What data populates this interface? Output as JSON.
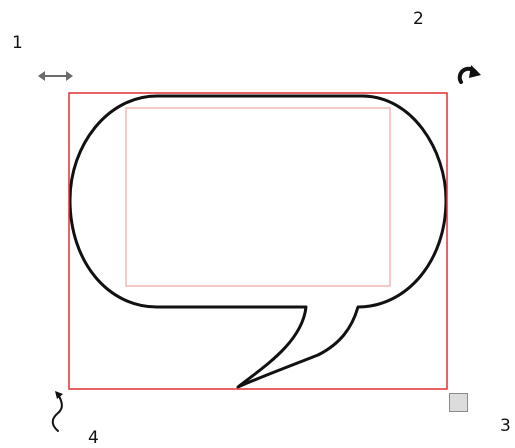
{
  "callouts": {
    "label_1": "1",
    "label_2": "2",
    "label_3": "3",
    "label_4": "4"
  },
  "icons": {
    "move": "horizontal-double-arrow-icon",
    "rotate": "rotate-clockwise-icon",
    "resize": "resize-square-handle-icon",
    "tail": "tail-adjust-squiggle-icon"
  },
  "colors": {
    "selection_border": "#e03030",
    "text_area_border": "#f4b8b8",
    "shape_stroke": "#111111",
    "handle_fill": "#dcdcdc"
  }
}
